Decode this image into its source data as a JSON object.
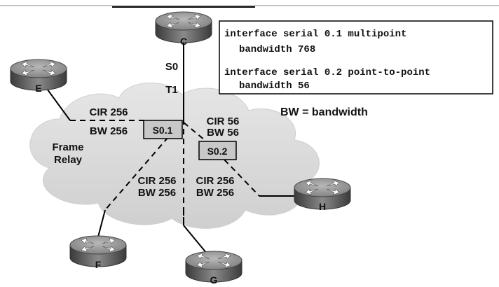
{
  "config_box": {
    "line1": "interface serial 0.1 multipoint",
    "line2": "bandwidth 768",
    "line3": "interface serial 0.2 point-to-point",
    "line4": "bandwidth 56"
  },
  "legend": "BW = bandwidth",
  "cloud_label": {
    "line1": "Frame",
    "line2": "Relay"
  },
  "routers": {
    "c": "C",
    "e": "E",
    "f": "F",
    "g": "G",
    "h": "H"
  },
  "interfaces": {
    "s0": "S0",
    "t1": "T1",
    "s01": "S0.1",
    "s02": "S0.2"
  },
  "links": {
    "e_cir": "CIR 256",
    "e_bw": "BW 256",
    "c_cir": "CIR 56",
    "c_bw": "BW 56",
    "f_cir": "CIR 256",
    "f_bw": "BW 256",
    "h_cir": "CIR 256",
    "h_bw": "BW 256"
  }
}
